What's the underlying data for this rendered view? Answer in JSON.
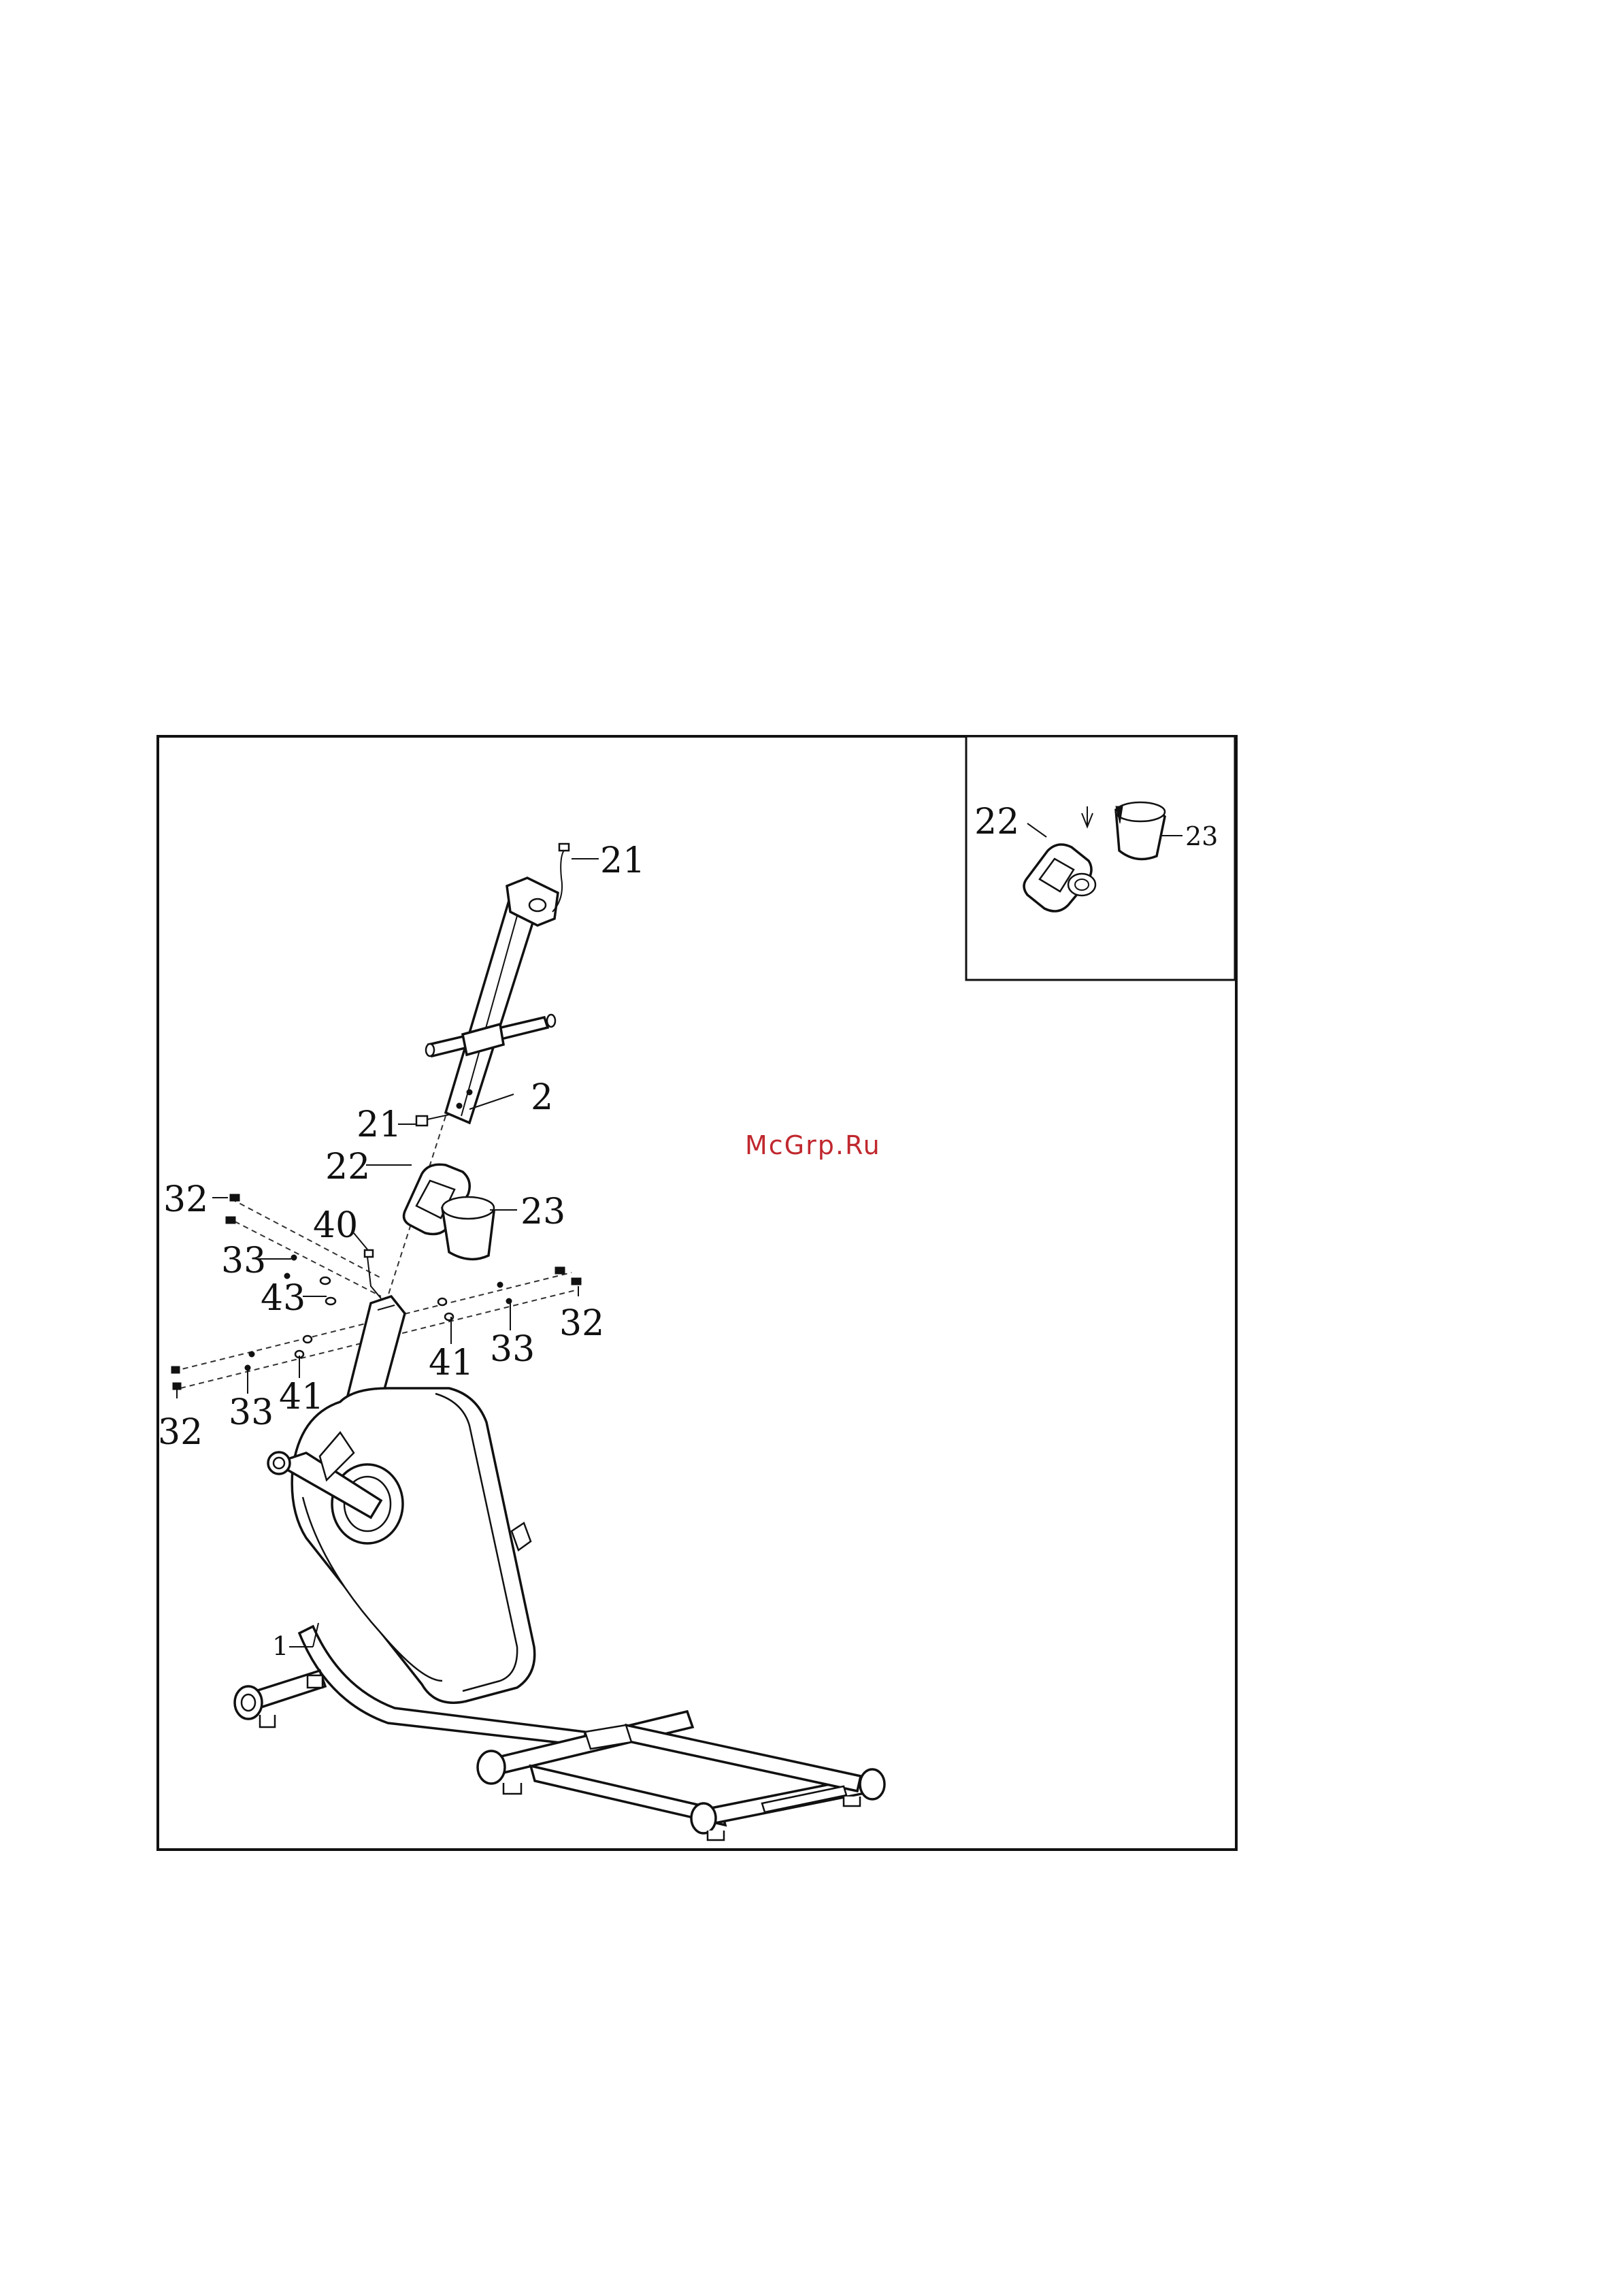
{
  "diagram": {
    "callouts": {
      "c21_top": "21",
      "c2": "2",
      "c21_mid": "21",
      "c22": "22",
      "c23": "23",
      "c32_a": "32",
      "c33_a": "33",
      "c40": "40",
      "c43": "43",
      "c41_a": "41",
      "c33_b": "33",
      "c32_b": "32",
      "c32_c": "32",
      "c33_c": "33",
      "c41_b": "41",
      "c1": "1"
    },
    "inset": {
      "c22": "22",
      "c23": "23"
    },
    "watermark": "McGrp.Ru"
  }
}
